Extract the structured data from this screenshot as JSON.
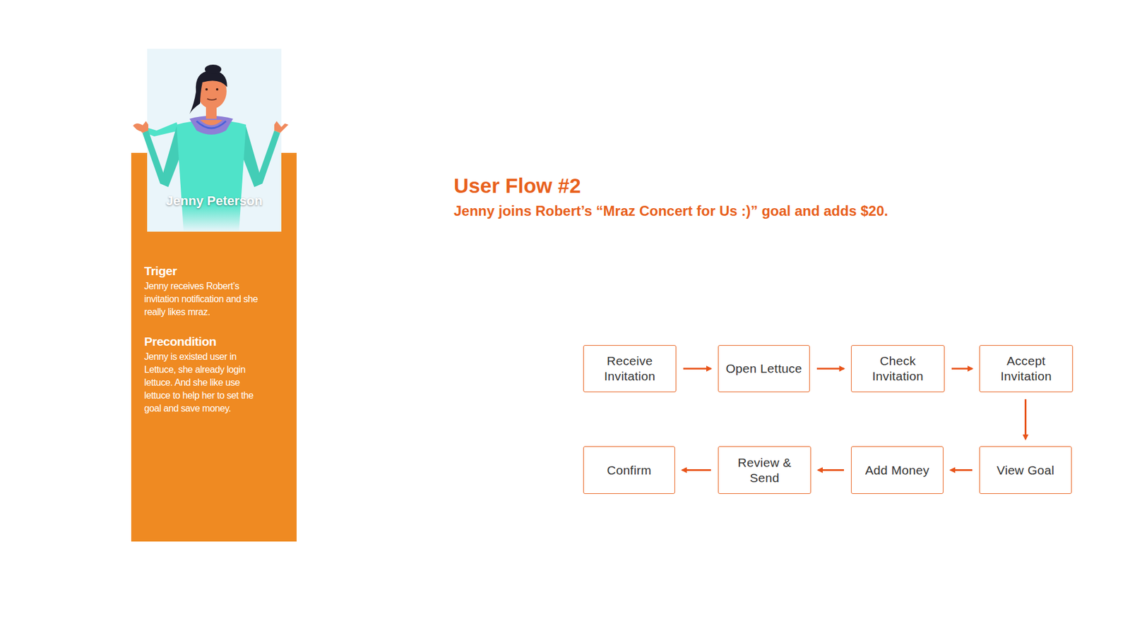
{
  "diagram": {
    "title": "User Flow #2",
    "nodes": [
      {
        "text": [
          "Triger",
          "Jenny receives Robert’s invitation notification and she really likes mraz.",
          "Precondition",
          "Jenny is existed user in Lettuce, she already login lettuce. And she like use lettuce to help her to set the goal and save money."
        ]
      },
      {
        "text": [
          "Receive Invitation"
        ]
      },
      {
        "text": [
          "Open Lettuce"
        ]
      },
      {
        "text": [
          "Check Invitation"
        ]
      },
      {
        "text": [
          "Accept Invitation"
        ]
      },
      {
        "text": [
          "View Goal"
        ]
      },
      {
        "text": [
          "Add Money"
        ]
      },
      {
        "text": [
          "Review & Send"
        ]
      },
      {
        "text": [
          "Confirm"
        ]
      }
    ],
    "edges": [
      {
        "from": 1,
        "to": 2,
        "arrow": "to"
      },
      {
        "from": 2,
        "to": 3,
        "arrow": "to"
      },
      {
        "from": 3,
        "to": 4,
        "arrow": "to"
      },
      {
        "from": 4,
        "to": 5,
        "arrow": "to"
      },
      {
        "from": 5,
        "to": 6,
        "arrow": "to"
      },
      {
        "from": 6,
        "to": 7,
        "arrow": "to"
      },
      {
        "from": 7,
        "to": 8,
        "arrow": "to"
      }
    ],
    "labels": [
      "Jenny Peterson",
      "Jenny joins Robert’s “Mraz Concert for Us :)” goal and adds $20."
    ]
  }
}
